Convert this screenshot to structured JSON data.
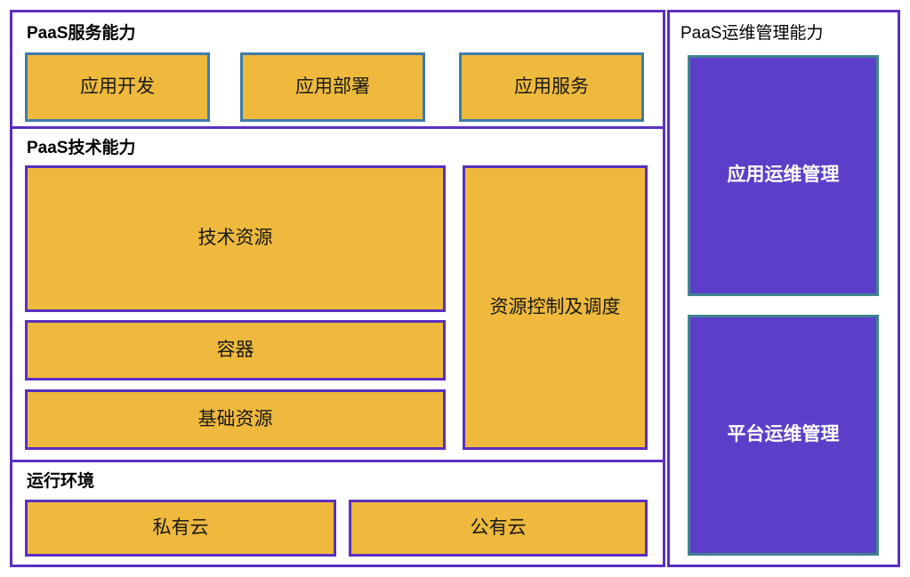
{
  "diagram": {
    "left_panel": {
      "name": "paas-capability-stack",
      "sections": [
        {
          "title": "PaaS服务能力",
          "boxes": [
            {
              "label": "应用开发"
            },
            {
              "label": "应用部署"
            },
            {
              "label": "应用服务"
            }
          ]
        },
        {
          "title": "PaaS技术能力",
          "boxes": [
            {
              "label": "技术资源"
            },
            {
              "label": "容器"
            },
            {
              "label": "基础资源"
            },
            {
              "label": "资源控制及调度"
            }
          ]
        },
        {
          "title": "运行环境",
          "boxes": [
            {
              "label": "私有云"
            },
            {
              "label": "公有云"
            }
          ]
        }
      ]
    },
    "right_panel": {
      "title": "PaaS运维管理能力",
      "boxes": [
        {
          "label": "应用运维管理"
        },
        {
          "label": "平台运维管理"
        }
      ]
    }
  },
  "colors": {
    "panel_border": "#5b2fbf",
    "amber_fill": "#eeb93c",
    "amber_border_blue": "#3d7ca8",
    "amber_border_purple": "#5b2fbf",
    "purple_fill": "#5b3fc8",
    "purple_border": "#3f8390",
    "text_dark": "#1a1a1a",
    "text_light": "#ffffff",
    "background": "#ffffff"
  }
}
